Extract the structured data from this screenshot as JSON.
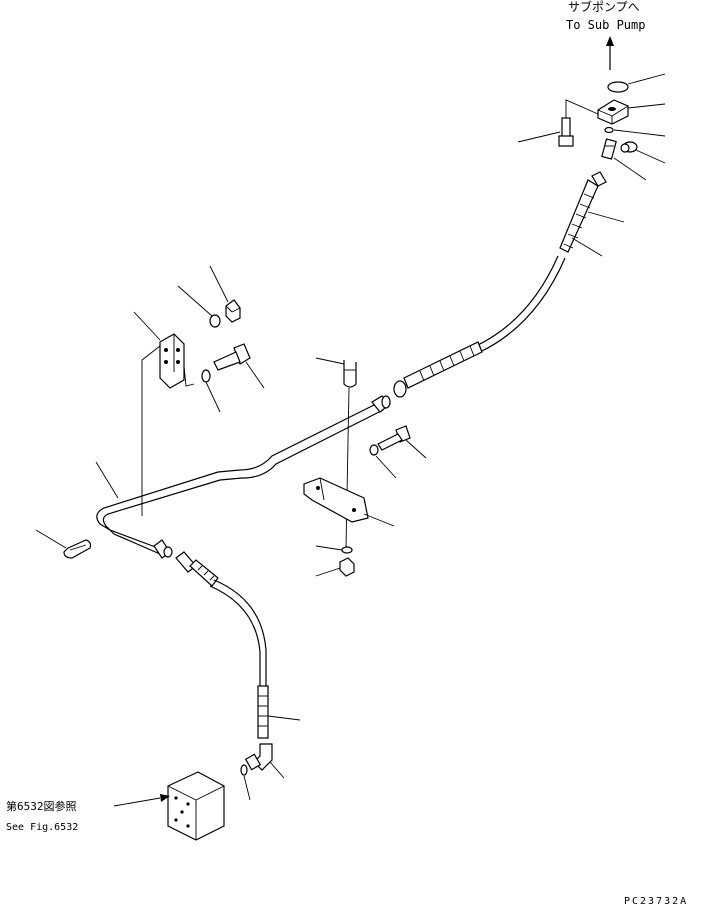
{
  "labels": {
    "top_jp": "サブポンプへ",
    "top_en": "To Sub Pump",
    "ref_jp": "第6532図参照",
    "ref_en": "See Fig.6532",
    "drawing_no": "PC23732A"
  }
}
